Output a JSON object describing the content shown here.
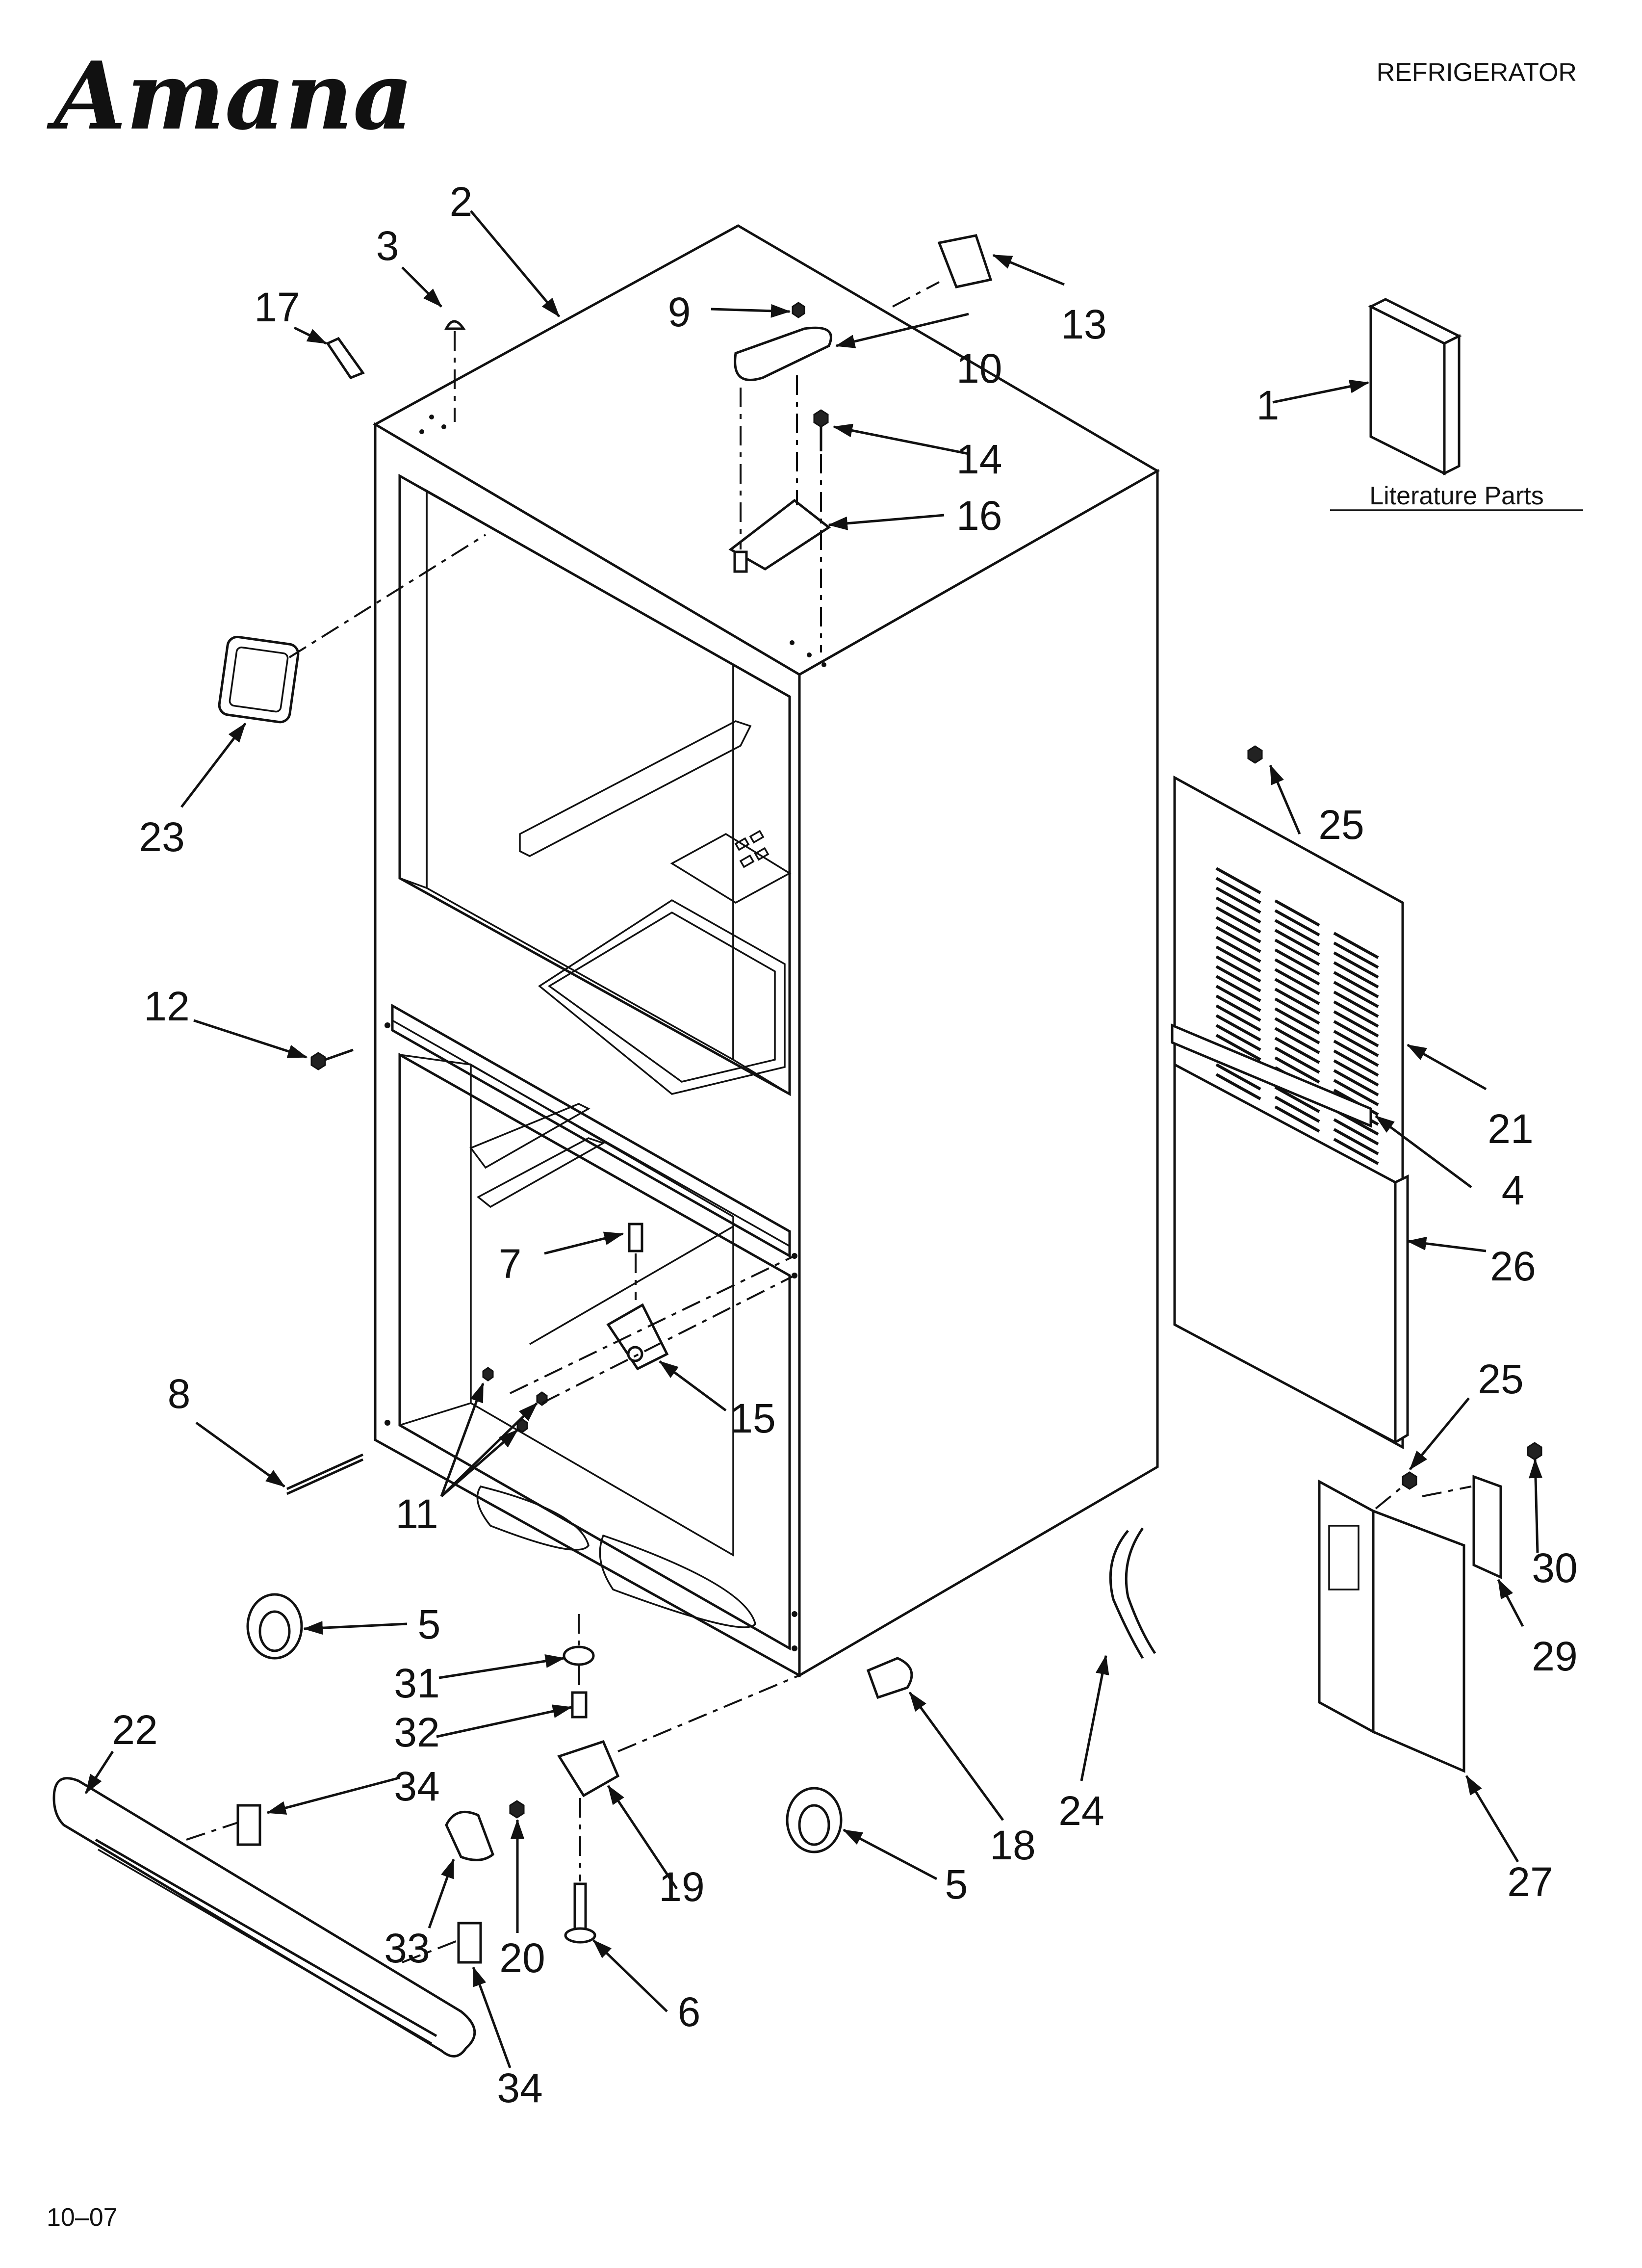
{
  "header": {
    "brand": "Amana",
    "title": "REFRIGERATOR"
  },
  "footer": {
    "date_code": "10–07"
  },
  "literature": {
    "label": "Literature Parts"
  },
  "callouts": [
    {
      "id": "c1",
      "text": "1"
    },
    {
      "id": "c2",
      "text": "2"
    },
    {
      "id": "c3",
      "text": "3"
    },
    {
      "id": "c4",
      "text": "4"
    },
    {
      "id": "c5a",
      "text": "5"
    },
    {
      "id": "c5b",
      "text": "5"
    },
    {
      "id": "c6",
      "text": "6"
    },
    {
      "id": "c7",
      "text": "7"
    },
    {
      "id": "c8",
      "text": "8"
    },
    {
      "id": "c9",
      "text": "9"
    },
    {
      "id": "c10",
      "text": "10"
    },
    {
      "id": "c11",
      "text": "11"
    },
    {
      "id": "c12",
      "text": "12"
    },
    {
      "id": "c13",
      "text": "13"
    },
    {
      "id": "c14",
      "text": "14"
    },
    {
      "id": "c15",
      "text": "15"
    },
    {
      "id": "c16",
      "text": "16"
    },
    {
      "id": "c17",
      "text": "17"
    },
    {
      "id": "c18",
      "text": "18"
    },
    {
      "id": "c19",
      "text": "19"
    },
    {
      "id": "c20",
      "text": "20"
    },
    {
      "id": "c21",
      "text": "21"
    },
    {
      "id": "c22",
      "text": "22"
    },
    {
      "id": "c23",
      "text": "23"
    },
    {
      "id": "c24",
      "text": "24"
    },
    {
      "id": "c25a",
      "text": "25"
    },
    {
      "id": "c25b",
      "text": "25"
    },
    {
      "id": "c26",
      "text": "26"
    },
    {
      "id": "c27",
      "text": "27"
    },
    {
      "id": "c29",
      "text": "29"
    },
    {
      "id": "c30",
      "text": "30"
    },
    {
      "id": "c31",
      "text": "31"
    },
    {
      "id": "c32",
      "text": "32"
    },
    {
      "id": "c33",
      "text": "33"
    },
    {
      "id": "c34a",
      "text": "34"
    },
    {
      "id": "c34b",
      "text": "34"
    }
  ]
}
